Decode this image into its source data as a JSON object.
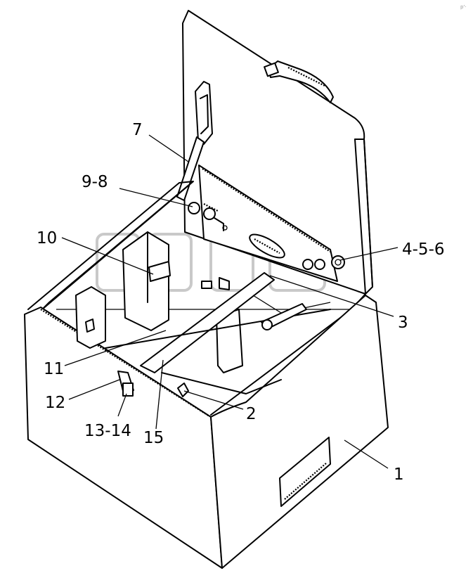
{
  "watermark": {
    "tm": "TM"
  },
  "corner_mark": "p'·",
  "callouts": [
    {
      "id": "1",
      "label": "1"
    },
    {
      "id": "2",
      "label": "2"
    },
    {
      "id": "3",
      "label": "3"
    },
    {
      "id": "4-5-6",
      "label": "4-5-6"
    },
    {
      "id": "7",
      "label": "7"
    },
    {
      "id": "9-8",
      "label": "9-8"
    },
    {
      "id": "10",
      "label": "10"
    },
    {
      "id": "11",
      "label": "11"
    },
    {
      "id": "12",
      "label": "12"
    },
    {
      "id": "13-14",
      "label": "13-14"
    },
    {
      "id": "15",
      "label": "15"
    }
  ]
}
